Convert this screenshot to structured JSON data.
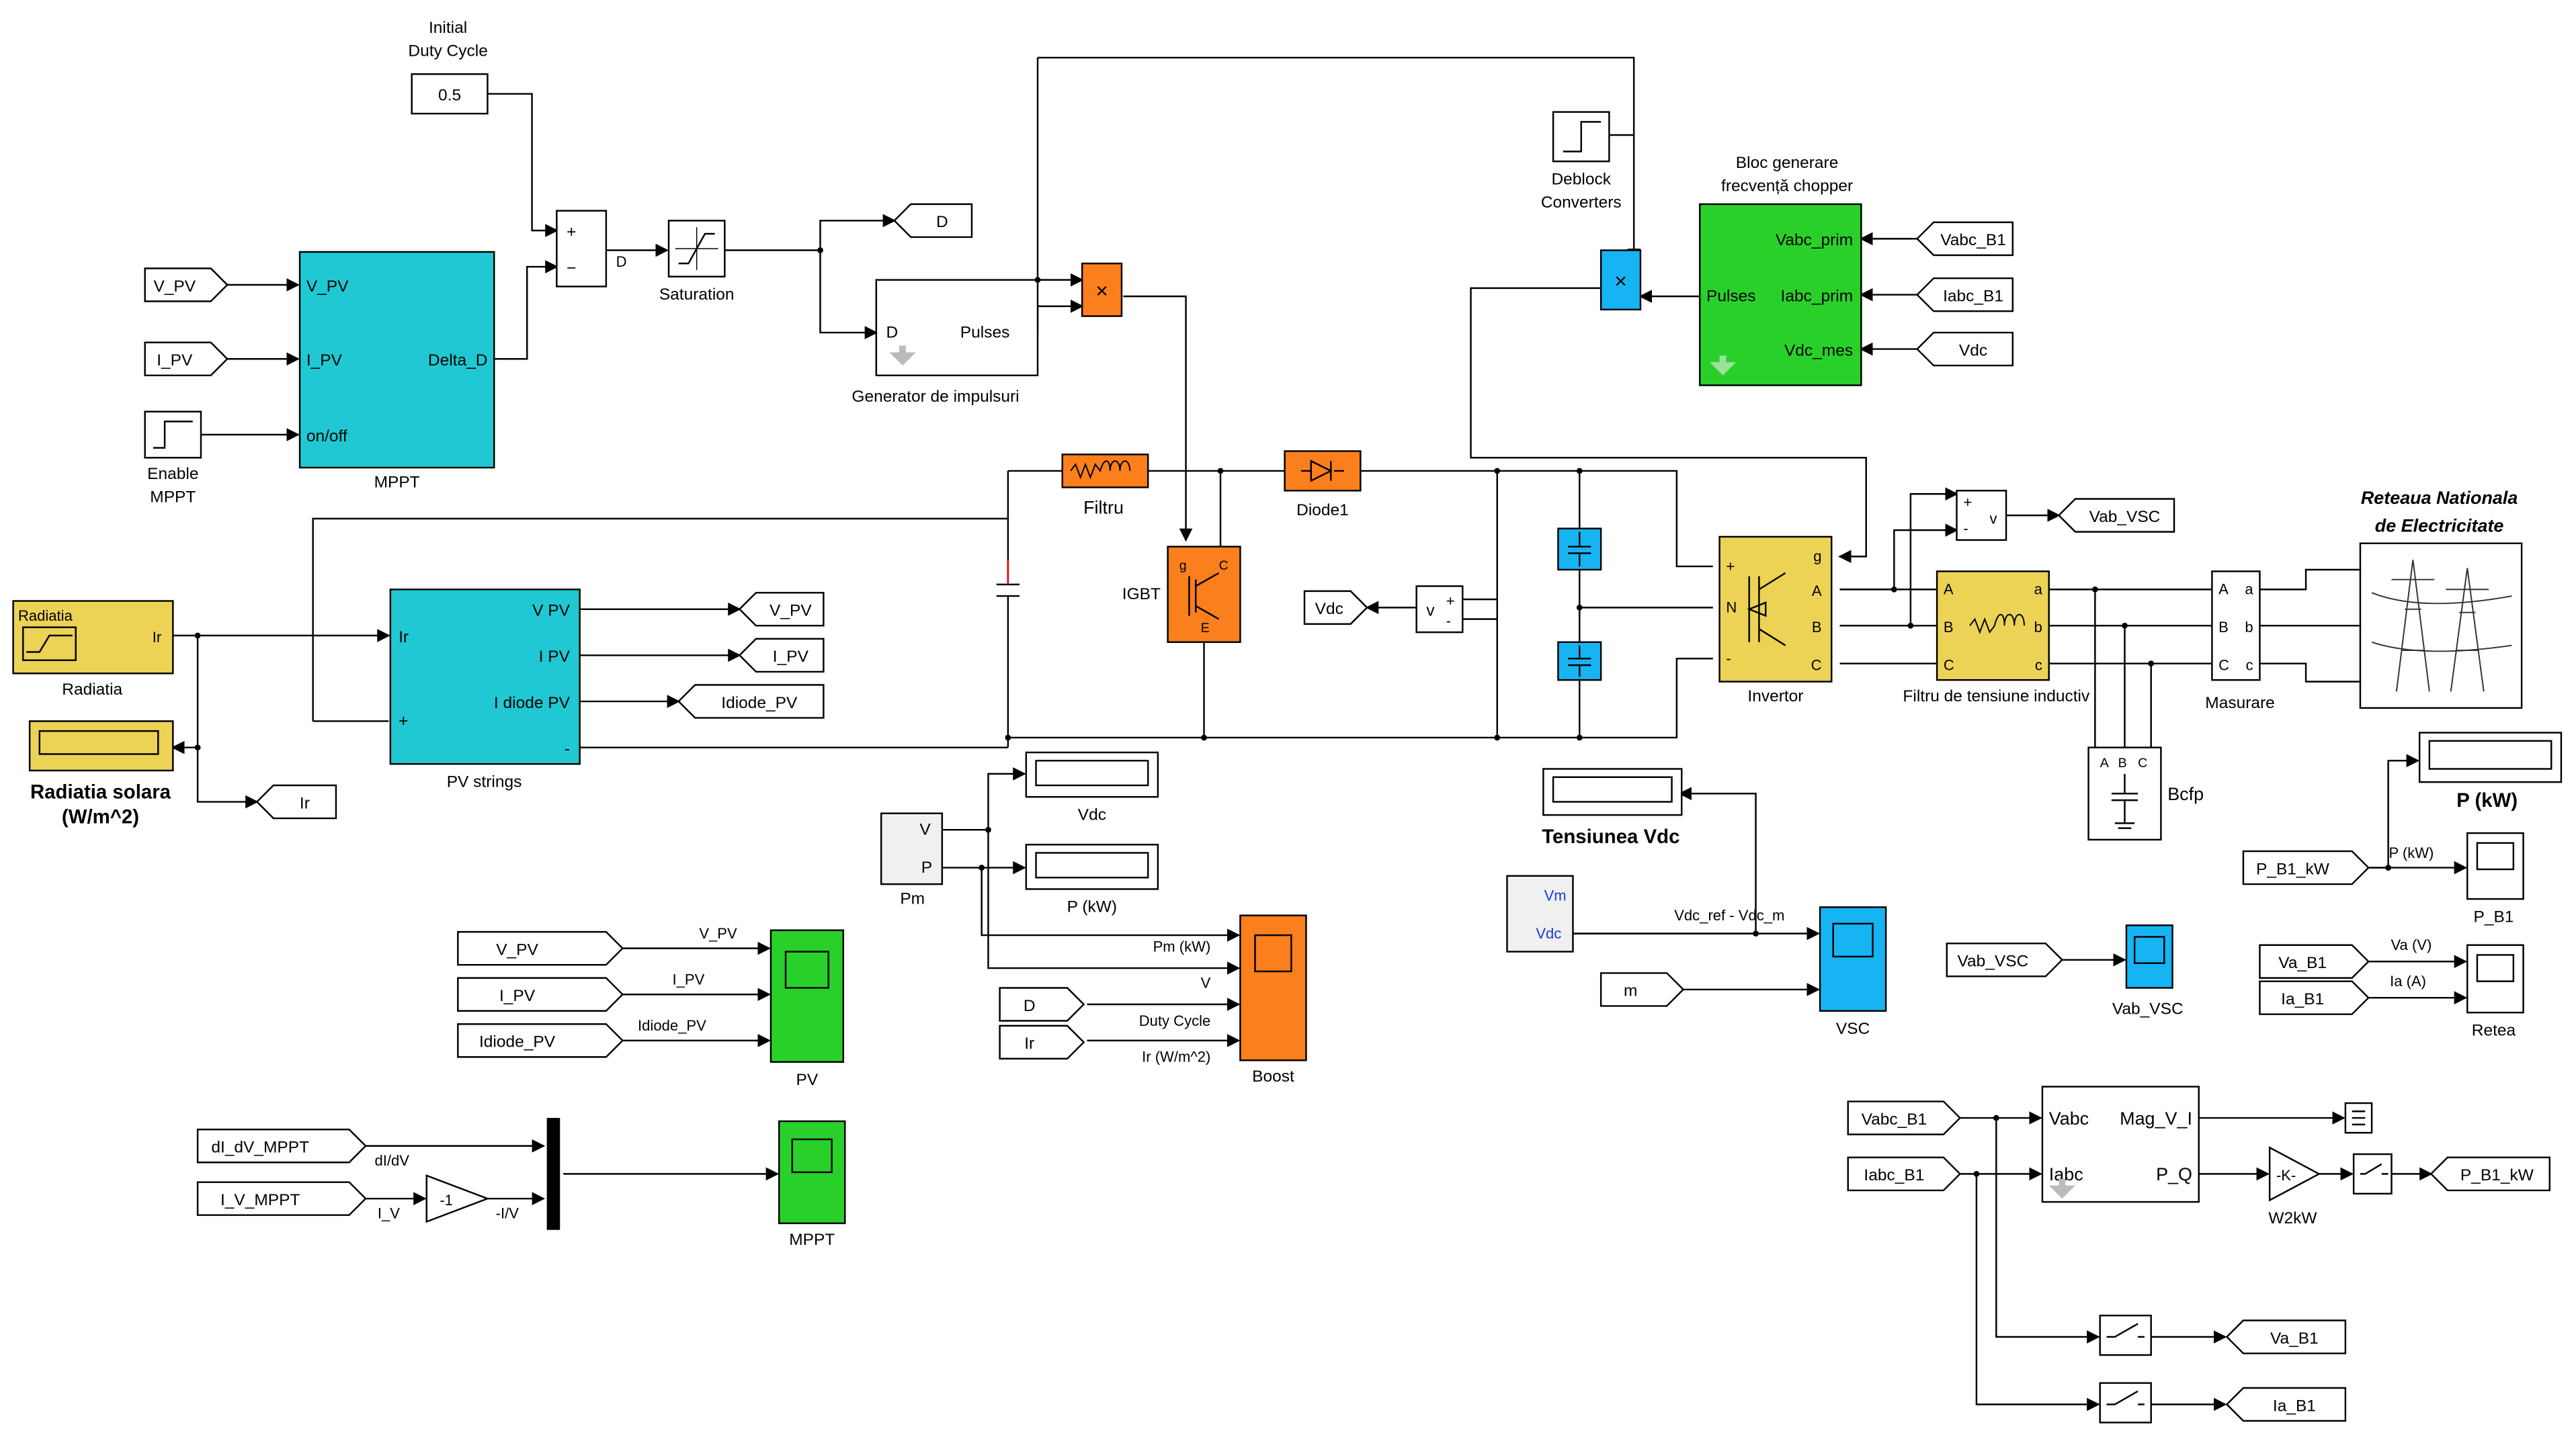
{
  "colors": {
    "cyan": "#1fc8d2",
    "yellow": "#ecd255",
    "orange": "#fb7f1c",
    "green": "#2ad02a",
    "blue": "#17b4f3",
    "gray": "#f0f0f0"
  },
  "top": {
    "init_line1": "Initial",
    "init_line2": "Duty Cycle",
    "init_value": "0.5",
    "sum_plus": "+",
    "sum_minus": "−",
    "d_label": "D",
    "saturation": "Saturation",
    "goto_D": "D",
    "gen_in": "D",
    "gen_out": "Pulses",
    "gen_name": "Generator de impulsuri",
    "mult": "×",
    "deblock1": "Deblock",
    "deblock2": "Converters",
    "chopper_title1": "Bloc generare",
    "chopper_title2": "frecvență chopper",
    "chopper_pulses": "Pulses",
    "chopper_vabc": "Vabc_prim",
    "chopper_iabc": "Iabc_prim",
    "chopper_vdc": "Vdc_mes",
    "from_vabc": "Vabc_B1",
    "from_iabc": "Iabc_B1",
    "from_vdc": "Vdc"
  },
  "mppt": {
    "from_v": "V_PV",
    "from_i": "I_PV",
    "in_v": "V_PV",
    "in_i": "I_PV",
    "in_on": "on/off",
    "out": "Delta_D",
    "name": "MPPT",
    "enable1": "Enable",
    "enable2": "MPPT"
  },
  "power": {
    "filtru": "Filtru",
    "diode": "Diode1",
    "igbt": "IGBT",
    "igbt_g": "g",
    "igbt_c": "C",
    "igbt_e": "E",
    "vdc_goto": "Vdc",
    "vm_v": "v",
    "inv_name": "Invertor",
    "inv_g": "g",
    "inv_a": "A",
    "inv_b": "B",
    "inv_c": "C",
    "inv_n": "N",
    "inv_plus": "+",
    "inv_minus": "-",
    "filter_name": "Filtru de tensiune inductiv",
    "vab_goto": "Vab_VSC",
    "vab_v": "v",
    "bcfp": "Bcfp",
    "bc_a": "A",
    "bc_b": "B",
    "bc_c": "C",
    "meas": "Masurare",
    "grid1": "Reteaua Nationala",
    "grid2": "de Electricitate",
    "ph_a": "A",
    "ph_b": "B",
    "ph_c": "C",
    "ph_a2": "a",
    "ph_b2": "b",
    "ph_c2": "c"
  },
  "pv": {
    "rad_title": "Radiatia",
    "rad_name": "Radiatia",
    "rad_out": "Ir",
    "display_name1": "Radiatia solara",
    "display_name2": "(W/m^2)",
    "goto_ir": "Ir",
    "in_ir": "Ir",
    "in_plus": "+",
    "out_v": "V PV",
    "out_i": "I PV",
    "out_id": "I diode PV",
    "out_minus": "-",
    "name": "PV strings",
    "goto_v": "V_PV",
    "goto_i": "I_PV",
    "goto_id": "Idiode_PV"
  },
  "scopes": {
    "pm_v": "V",
    "pm_p": "P",
    "pm_name": "Pm",
    "disp_vdc": "Vdc",
    "disp_p": "P (kW)",
    "boost_pm": "Pm (kW)",
    "boost_v": "V",
    "boost_duty": "Duty Cycle",
    "boost_ir": "Ir (W/m^2)",
    "from_d": "D",
    "from_ir": "Ir",
    "boost_name": "Boost",
    "pv_from_v": "V_PV",
    "pv_from_i": "I_PV",
    "pv_from_id": "Idiode_PV",
    "pv_sig_v": "V_PV",
    "pv_sig_i": "I_PV",
    "pv_sig_id": "Idiode_PV",
    "pv_name": "PV",
    "from_didv": "dI_dV_MPPT",
    "from_iv": "I_V_MPPT",
    "sig_didv": "dI/dV",
    "sig_iv": "I_V",
    "gain": "-1",
    "sig_miv": "-I/V",
    "mppt_name": "MPPT"
  },
  "vsc": {
    "tens_title": "Tensiunea Vdc",
    "vm_label": "Vm",
    "vdc_label": "Vdc",
    "sig": "Vdc_ref - Vdc_m",
    "from_m": "m",
    "name": "VSC"
  },
  "grid_scopes": {
    "pkw_title": "P (kW)",
    "from_p": "P_B1_kW",
    "sig_p": "P (kW)",
    "pb1_name": "P_B1",
    "from_vab": "Vab_VSC",
    "vab_name": "Vab_VSC",
    "from_va": "Va_B1",
    "from_ia": "Ia_B1",
    "sig_va": "Va (V)",
    "sig_ia": "Ia (A)",
    "retea_name": "Retea"
  },
  "pq": {
    "from_vabc": "Vabc_B1",
    "from_iabc": "Iabc_B1",
    "in_vabc": "Vabc",
    "in_iabc": "Iabc",
    "out_mag": "Mag_V_I",
    "out_pq": "P_Q",
    "gain": "-K-",
    "gain_name": "W2kW",
    "goto_p": "P_B1_kW",
    "goto_va": "Va_B1",
    "goto_ia": "Ia_B1"
  }
}
